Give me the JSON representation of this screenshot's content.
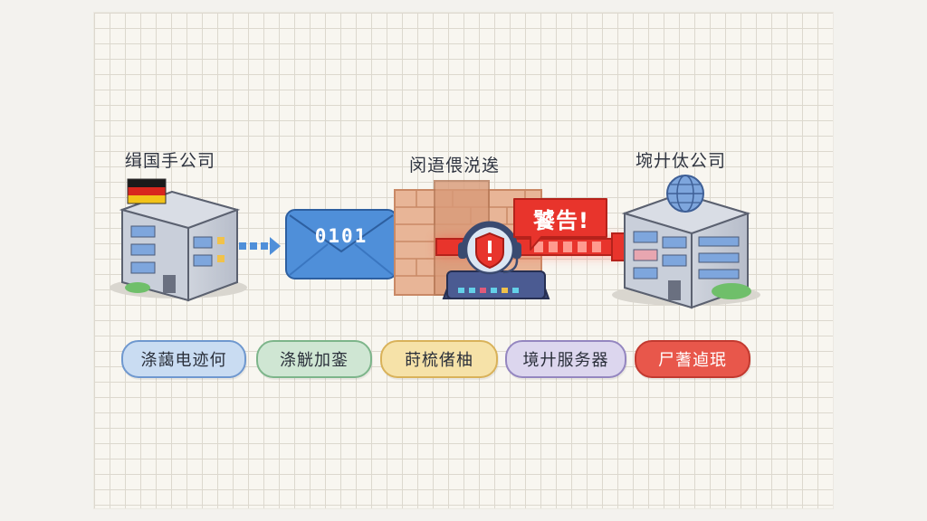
{
  "labels": {
    "left_company": "缉国手公司",
    "firewall": "闵逜偎涚逘",
    "right_company": "埦廾㑀公司"
  },
  "envelope_text": "0101",
  "alert_text": "饕告!",
  "legend": [
    {
      "label": "涤藹电迹何",
      "color": "#3b6fb0"
    },
    {
      "label": "涤觥加銮",
      "color": "#4a9a66"
    },
    {
      "label": "莳梳偖柚",
      "color": "#d29a2a"
    },
    {
      "label": "境廾服务器",
      "color": "#7a66b0"
    },
    {
      "label": "尸蓍逌珉",
      "color": "#e0453a"
    }
  ],
  "icons": {
    "left_flag": "germany-flag-icon",
    "right_badge": "globe-icon",
    "firewall_device": "headset-warning-icon"
  },
  "colors": {
    "data_blue": "#4f8fd9",
    "alert_red": "#e8342c",
    "brick": "#e2a98a"
  }
}
